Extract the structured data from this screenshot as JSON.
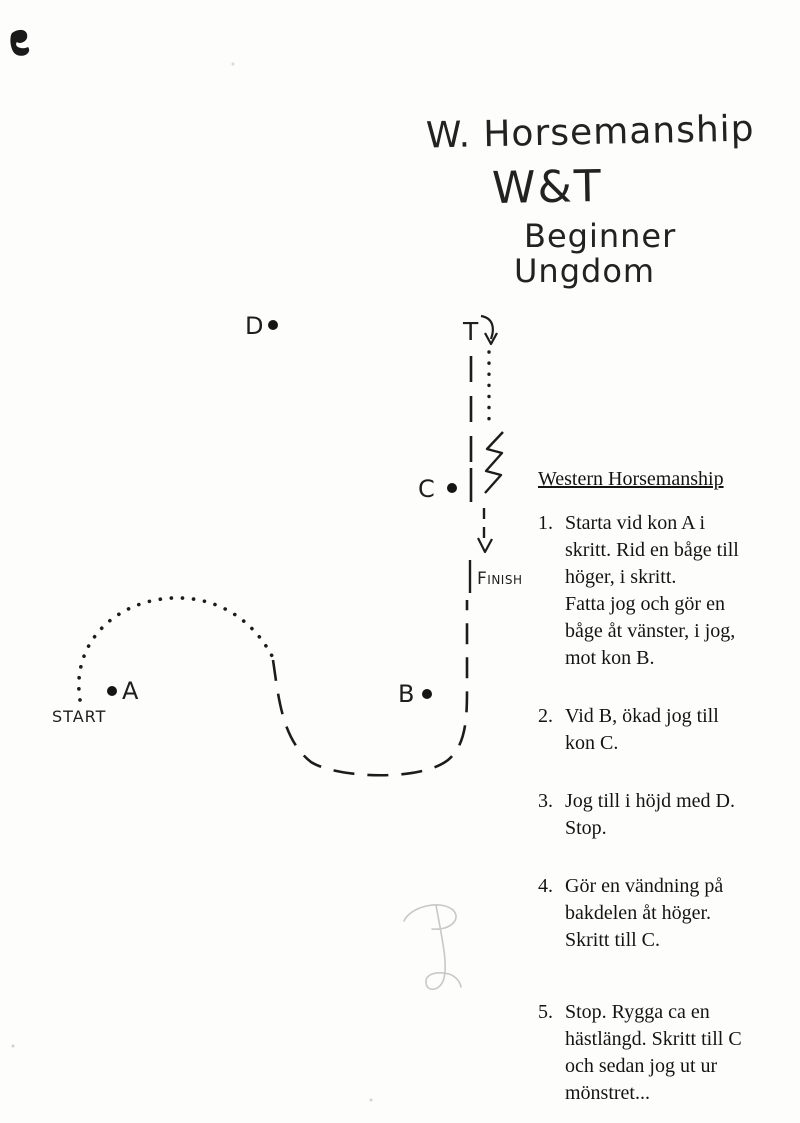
{
  "colors": {
    "ink": "#1c1c1c",
    "paper": "#fdfdfc",
    "pencil": "#c8c8c8"
  },
  "title": {
    "line1": "W. Horsemanship",
    "line2": "W&T",
    "line3": "Beginner",
    "line4": "Ungdom"
  },
  "diagram": {
    "cone_a": "A",
    "cone_b": "B",
    "cone_c": "C",
    "cone_d": "D",
    "start_label": "START",
    "finish_label": "Finish",
    "turn_label": "T"
  },
  "instructions": {
    "heading": "Western Horsemanship",
    "items": [
      {
        "num": "1.",
        "text": "Starta vid kon A i\nskritt. Rid en båge till\nhöger, i skritt.\nFatta jog och gör en\nbåge åt vänster, i jog,\nmot kon B."
      },
      {
        "num": "2.",
        "text": "Vid B, ökad jog till\nkon C."
      },
      {
        "num": "3.",
        "text": "Jog till i höjd med D.\nStop."
      },
      {
        "num": "4.",
        "text": "Gör en vändning på\nbakdelen åt höger.\nSkritt till C."
      },
      {
        "num": "5.",
        "text": "Stop. Rygga ca en\nhästlängd. Skritt till C\noch sedan jog ut ur\nmönstret..."
      }
    ]
  }
}
